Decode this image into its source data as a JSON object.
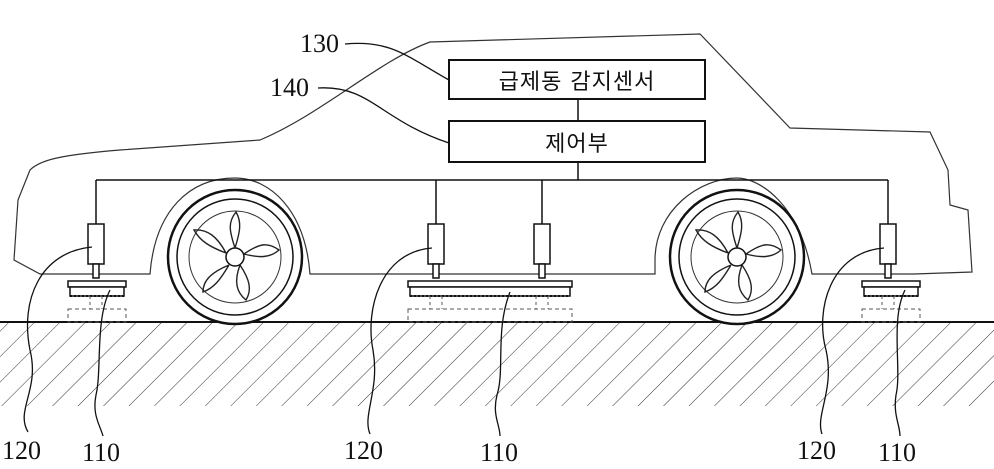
{
  "diagram": {
    "boxes": {
      "sensor": "급제동 감지센서",
      "controller": "제어부"
    },
    "refs": {
      "sensor": "130",
      "controller": "140",
      "actuator_left": "120",
      "plate_left": "110",
      "actuator_middle": "120",
      "plate_middle": "110",
      "actuator_right": "120",
      "plate_right": "110"
    }
  }
}
